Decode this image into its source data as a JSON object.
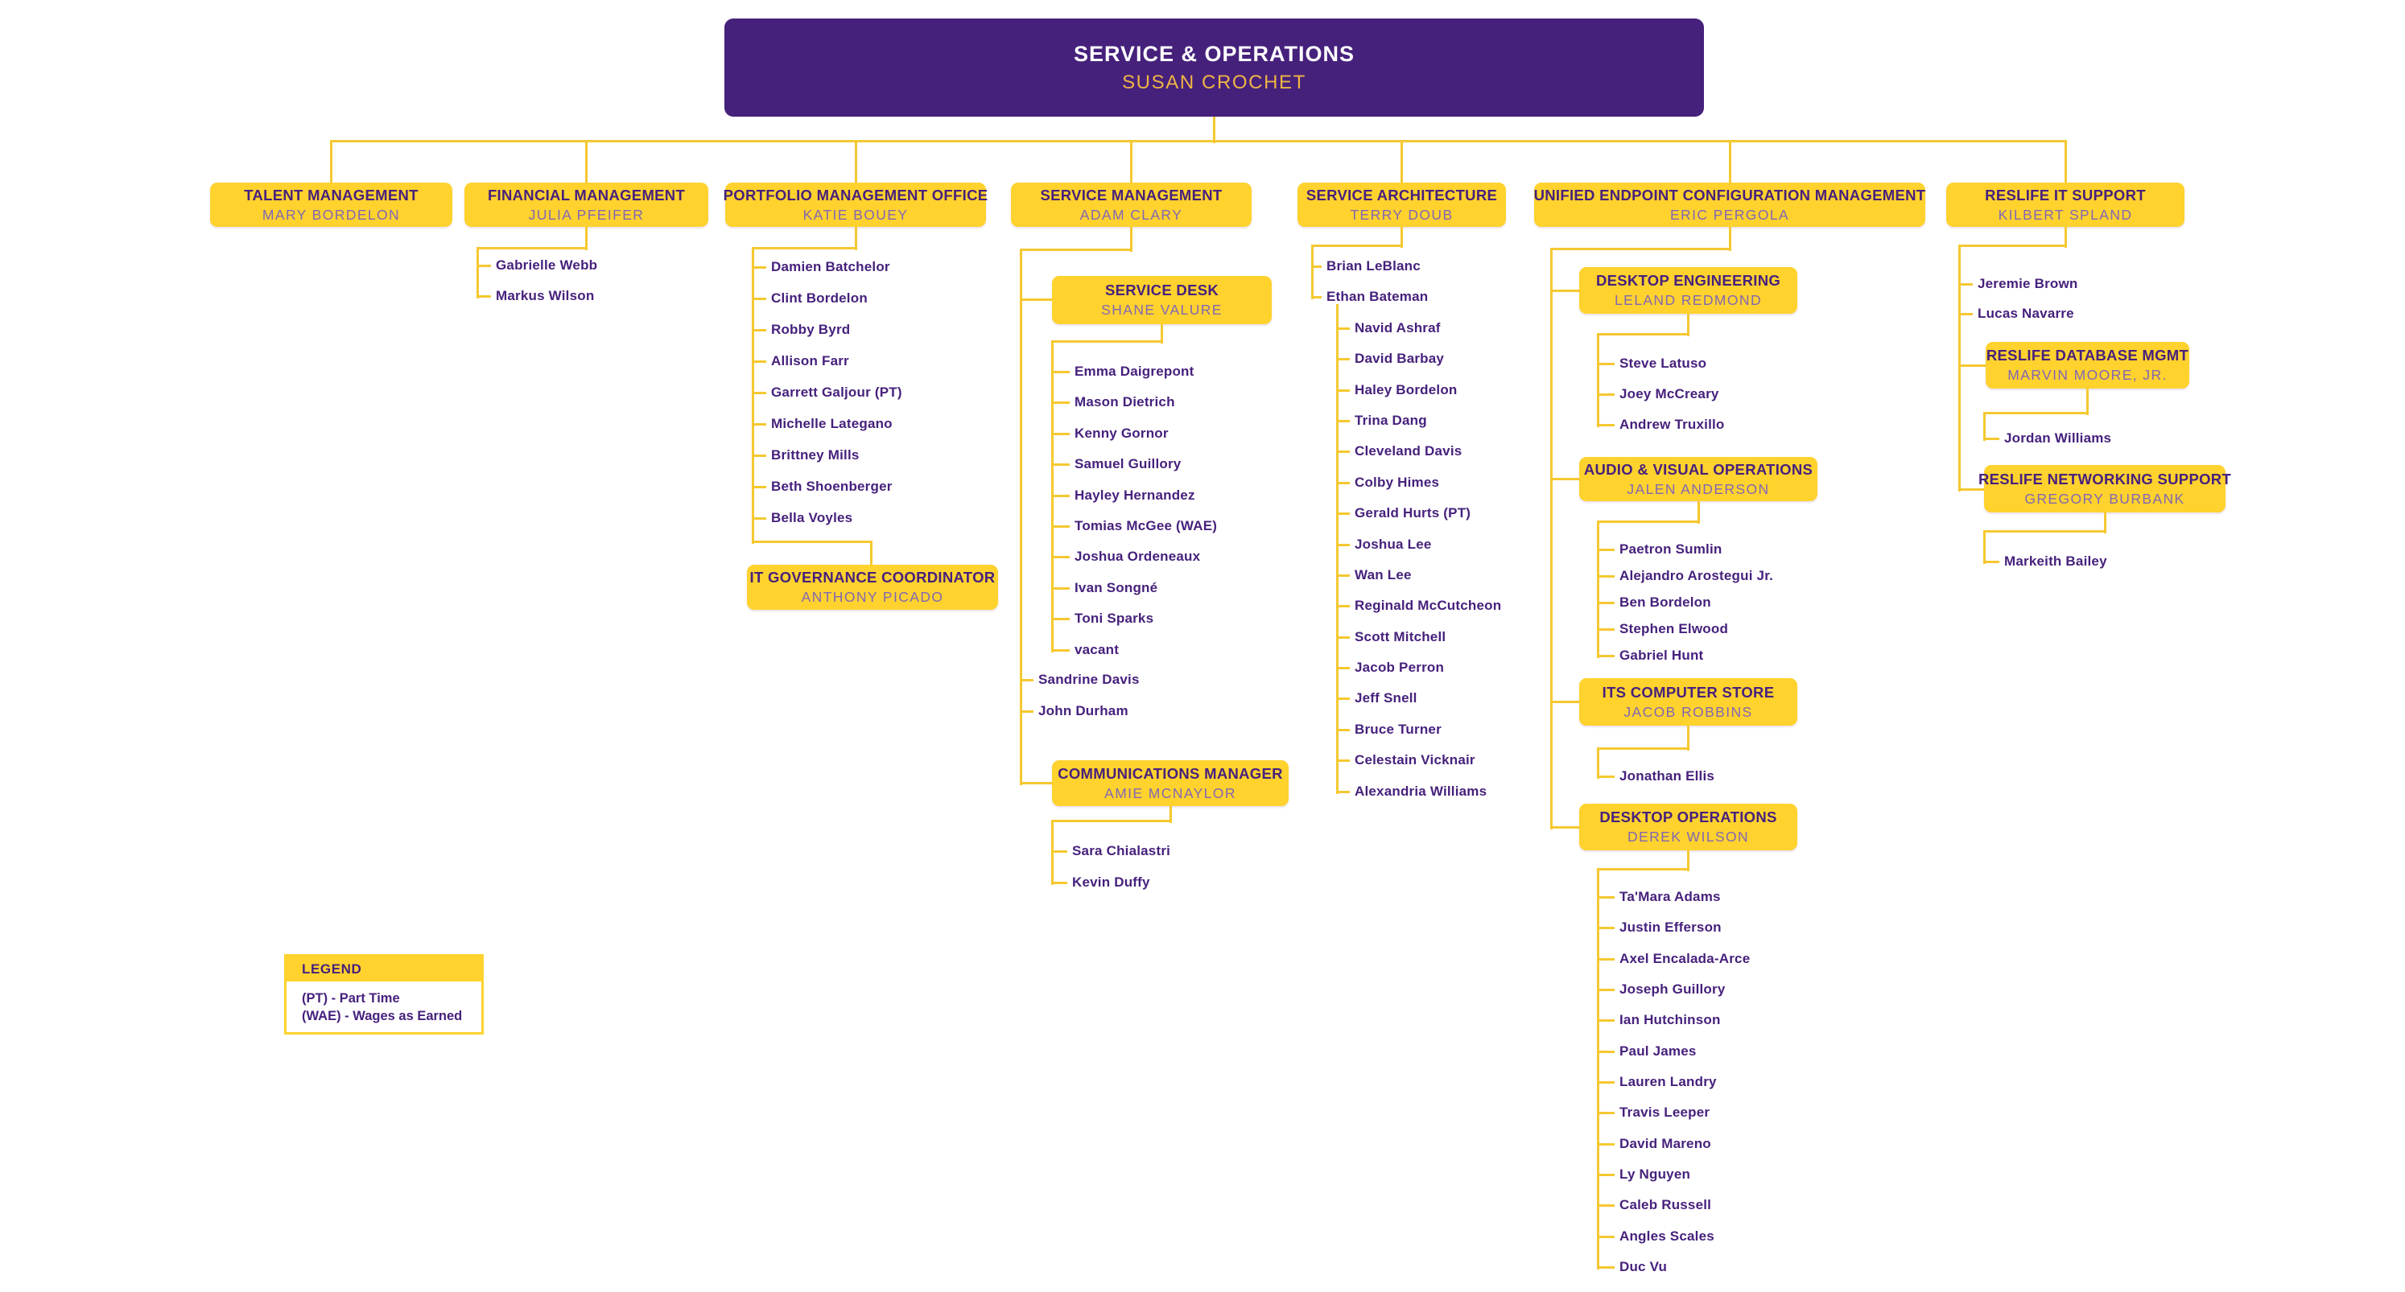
{
  "app": {
    "title": "Service & Operations Organizational Chart"
  },
  "colors": {
    "purple": "#46217C",
    "gold_box": "#FFD22E",
    "gold_line": "#F5C831",
    "lavender": "#8167B3",
    "header_name_gold": "#EFB545",
    "white": "#FFFFFF"
  },
  "root": {
    "title": "SERVICE & OPERATIONS",
    "name": "SUSAN CROCHET"
  },
  "legend": {
    "title": "LEGEND",
    "lines": [
      "(PT) - Part Time",
      "(WAE) - Wages as Earned"
    ]
  },
  "departments": [
    {
      "title": "TALENT MANAGEMENT",
      "name": "MARY BORDELON",
      "children": []
    },
    {
      "title": "FINANCIAL MANAGEMENT",
      "name": "JULIA PFEIFER",
      "children": [
        {
          "person": "Gabrielle Webb"
        },
        {
          "person": "Markus Wilson"
        }
      ]
    },
    {
      "title": "PORTFOLIO MANAGEMENT OFFICE",
      "name": "KATIE BOUEY",
      "children": [
        {
          "person": "Damien Batchelor"
        },
        {
          "person": "Clint Bordelon"
        },
        {
          "person": "Robby Byrd"
        },
        {
          "person": "Allison Farr"
        },
        {
          "person": "Garrett Galjour (PT)"
        },
        {
          "person": "Michelle Lategano"
        },
        {
          "person": "Brittney Mills"
        },
        {
          "person": "Beth Shoenberger"
        },
        {
          "person": "Bella Voyles"
        },
        {
          "unit": {
            "title": "IT GOVERNANCE COORDINATOR",
            "name": "ANTHONY PICADO",
            "children": []
          }
        }
      ]
    },
    {
      "title": "SERVICE MANAGEMENT",
      "name": "ADAM CLARY",
      "children": [
        {
          "unit": {
            "title": "SERVICE DESK",
            "name": "SHANE VALURE",
            "children": [
              {
                "person": "Emma Daigrepont"
              },
              {
                "person": "Mason Dietrich"
              },
              {
                "person": "Kenny Gornor"
              },
              {
                "person": "Samuel Guillory"
              },
              {
                "person": "Hayley Hernandez"
              },
              {
                "person": "Tomias McGee (WAE)"
              },
              {
                "person": "Joshua Ordeneaux"
              },
              {
                "person": "Ivan Songné"
              },
              {
                "person": "Toni Sparks"
              },
              {
                "person": "vacant"
              }
            ]
          }
        },
        {
          "person": "Sandrine Davis"
        },
        {
          "person": "John Durham"
        },
        {
          "unit": {
            "title": "COMMUNICATIONS MANAGER",
            "name": "AMIE MCNAYLOR",
            "children": [
              {
                "person": "Sara Chialastri"
              },
              {
                "person": "Kevin Duffy"
              }
            ]
          }
        }
      ]
    },
    {
      "title": "SERVICE ARCHITECTURE",
      "name": "TERRY DOUB",
      "children": [
        {
          "person": "Brian LeBlanc"
        },
        {
          "person": "Ethan Bateman",
          "reports": [
            "Navid Ashraf",
            "David Barbay",
            "Haley Bordelon",
            "Trina Dang",
            "Cleveland Davis",
            "Colby Himes",
            "Gerald Hurts (PT)",
            "Joshua Lee",
            "Wan Lee",
            "Reginald McCutcheon",
            "Scott Mitchell",
            "Jacob Perron",
            "Jeff Snell",
            "Bruce Turner",
            "Celestain Vicknair",
            "Alexandria Williams"
          ]
        }
      ]
    },
    {
      "title": "UNIFIED ENDPOINT CONFIGURATION MANAGEMENT",
      "name": "ERIC PERGOLA",
      "children": [
        {
          "unit": {
            "title": "DESKTOP ENGINEERING",
            "name": "LELAND REDMOND",
            "children": [
              {
                "person": "Steve Latuso"
              },
              {
                "person": "Joey McCreary"
              },
              {
                "person": "Andrew Truxillo"
              }
            ]
          }
        },
        {
          "unit": {
            "title": "AUDIO & VISUAL OPERATIONS",
            "name": "JALEN ANDERSON",
            "children": [
              {
                "person": "Paetron Sumlin"
              },
              {
                "person": "Alejandro Arostegui Jr."
              },
              {
                "person": "Ben Bordelon"
              },
              {
                "person": "Stephen Elwood"
              },
              {
                "person": "Gabriel Hunt"
              }
            ]
          }
        },
        {
          "unit": {
            "title": "ITS COMPUTER STORE",
            "name": "JACOB ROBBINS",
            "children": [
              {
                "person": "Jonathan Ellis"
              }
            ]
          }
        },
        {
          "unit": {
            "title": "DESKTOP OPERATIONS",
            "name": "DEREK WILSON",
            "children": [
              {
                "person": "Ta'Mara Adams"
              },
              {
                "person": "Justin Efferson"
              },
              {
                "person": "Axel Encalada-Arce"
              },
              {
                "person": "Joseph Guillory"
              },
              {
                "person": "Ian Hutchinson"
              },
              {
                "person": "Paul James"
              },
              {
                "person": "Lauren Landry"
              },
              {
                "person": "Travis Leeper"
              },
              {
                "person": "David Mareno"
              },
              {
                "person": "Ly Nguyen"
              },
              {
                "person": "Caleb Russell"
              },
              {
                "person": "Angles Scales"
              },
              {
                "person": "Duc Vu"
              }
            ]
          }
        }
      ]
    },
    {
      "title": "RESLIFE IT SUPPORT",
      "name": "KILBERT SPLAND",
      "children": [
        {
          "person": "Jeremie Brown"
        },
        {
          "person": "Lucas Navarre"
        },
        {
          "unit": {
            "title": "RESLIFE DATABASE MGMT",
            "name": "MARVIN MOORE, JR.",
            "children": [
              {
                "person": "Jordan Williams"
              }
            ]
          }
        },
        {
          "unit": {
            "title": "RESLIFE NETWORKING SUPPORT",
            "name": "GREGORY BURBANK",
            "children": [
              {
                "person": "Markeith Bailey"
              }
            ]
          }
        }
      ]
    }
  ]
}
